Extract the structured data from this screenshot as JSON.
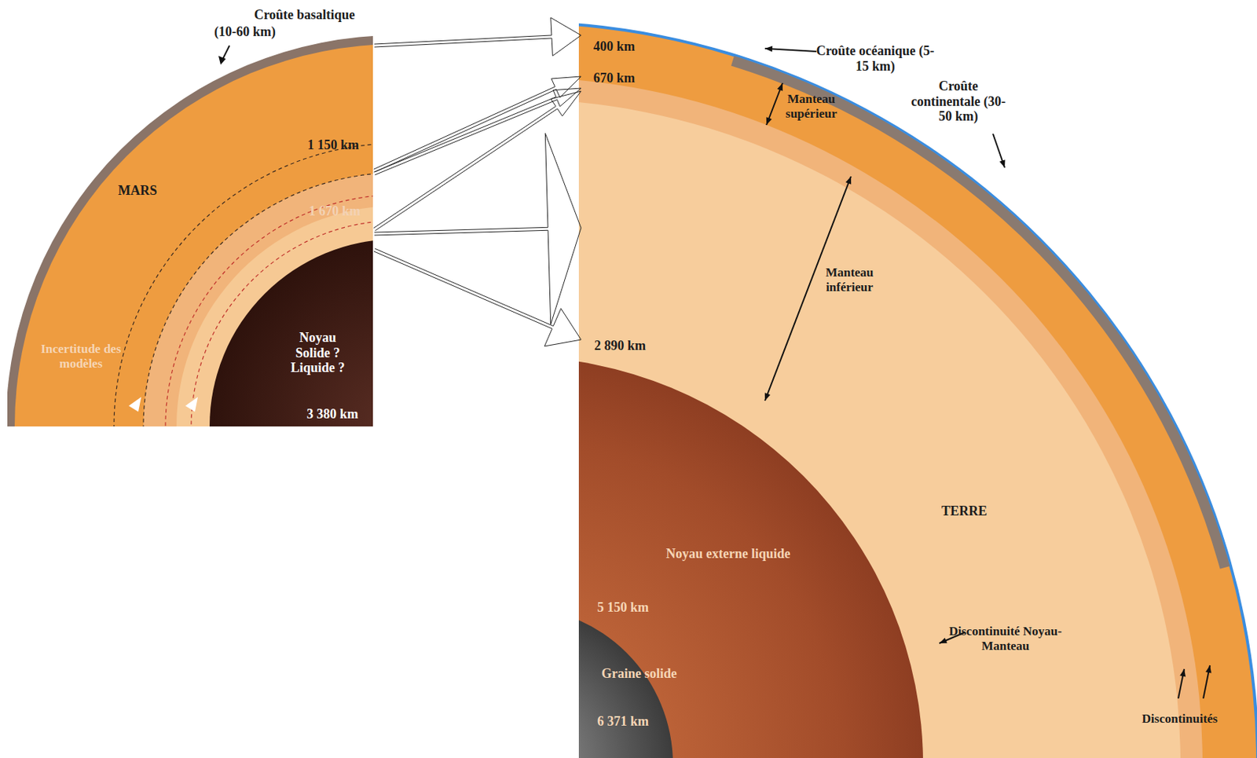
{
  "diagram": {
    "labels": [
      "Croûte basaltique",
      "(10-60 km)",
      "MARS",
      "1 150 km",
      "1 670 km",
      "Incertitude des modèles",
      "Noyau Solide ? Liquide ?",
      "3 380 km",
      "400 km",
      "670 km",
      "Croûte océanique (5-15 km)",
      "Manteau supérieur",
      "Croûte continentale (30-50 km)",
      "Manteau inférieur",
      "2 890 km",
      "TERRE",
      "Noyau externe liquide",
      "5 150 km",
      "Discontinuité Noyau-Manteau",
      "Graine solide",
      "6 371 km",
      "Discontinuités"
    ]
  }
}
